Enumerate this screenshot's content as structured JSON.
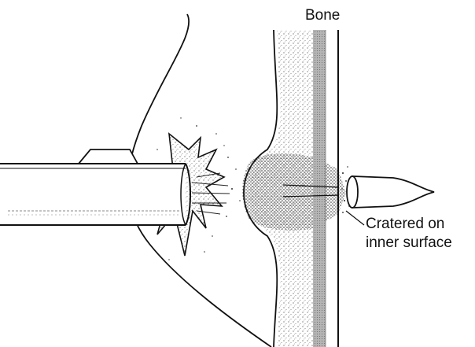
{
  "labels": {
    "bone": "Bone",
    "crater_line1": "Cratered on",
    "crater_line2": "inner surface"
  },
  "colors": {
    "ink": "#111111",
    "bone_stipple": "#555555",
    "cortex_band": "#9a9a9a",
    "background": "#ffffff"
  }
}
